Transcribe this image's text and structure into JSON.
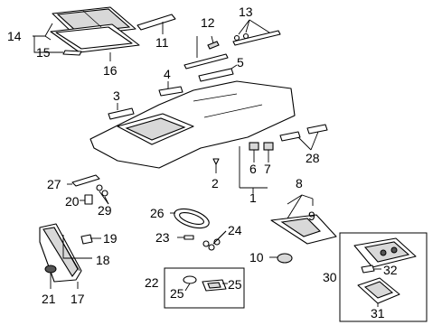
{
  "callouts": [
    {
      "id": "c1",
      "text": "1"
    },
    {
      "id": "c2",
      "text": "2"
    },
    {
      "id": "c3",
      "text": "3"
    },
    {
      "id": "c4",
      "text": "4"
    },
    {
      "id": "c5",
      "text": "5"
    },
    {
      "id": "c6",
      "text": "6"
    },
    {
      "id": "c7",
      "text": "7"
    },
    {
      "id": "c8",
      "text": "8"
    },
    {
      "id": "c9",
      "text": "9"
    },
    {
      "id": "c10",
      "text": "10"
    },
    {
      "id": "c11",
      "text": "11"
    },
    {
      "id": "c12",
      "text": "12"
    },
    {
      "id": "c13",
      "text": "13"
    },
    {
      "id": "c14",
      "text": "14"
    },
    {
      "id": "c15",
      "text": "15"
    },
    {
      "id": "c16",
      "text": "16"
    },
    {
      "id": "c17",
      "text": "17"
    },
    {
      "id": "c18",
      "text": "18"
    },
    {
      "id": "c19",
      "text": "19"
    },
    {
      "id": "c20",
      "text": "20"
    },
    {
      "id": "c21",
      "text": "21"
    },
    {
      "id": "c22",
      "text": "22"
    },
    {
      "id": "c23",
      "text": "23"
    },
    {
      "id": "c24",
      "text": "24"
    },
    {
      "id": "c25a",
      "text": "25"
    },
    {
      "id": "c25b",
      "text": "25"
    },
    {
      "id": "c26",
      "text": "26"
    },
    {
      "id": "c27",
      "text": "27"
    },
    {
      "id": "c28",
      "text": "28"
    },
    {
      "id": "c29",
      "text": "29"
    },
    {
      "id": "c30",
      "text": "30"
    },
    {
      "id": "c31",
      "text": "31"
    },
    {
      "id": "c32",
      "text": "32"
    }
  ]
}
